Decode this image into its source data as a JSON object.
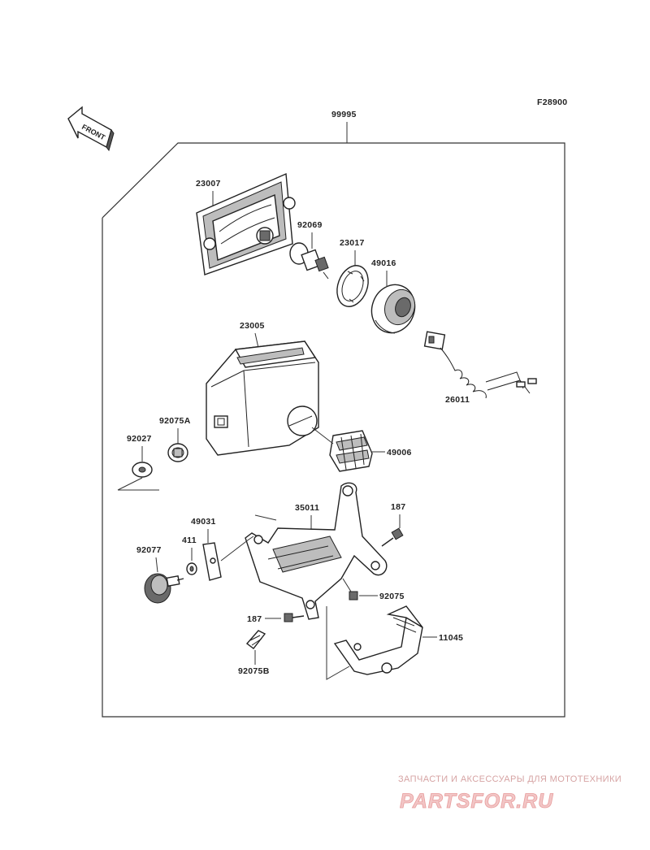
{
  "figure_id": "F28900",
  "assembly_label": "99995",
  "front_label": "FRONT",
  "parts": {
    "p23007": "23007",
    "p92069": "92069",
    "p23017": "23017",
    "p49016": "49016",
    "p23005": "23005",
    "p26011": "26011",
    "p92075A": "92075A",
    "p92027": "92027",
    "p49006": "49006",
    "p35011": "35011",
    "p187a": "187",
    "p49031": "49031",
    "p411": "411",
    "p92077": "92077",
    "p92075": "92075",
    "p187b": "187",
    "p11045": "11045",
    "p92075B": "92075B"
  },
  "watermark": {
    "tagline": "ЗАПЧАСТИ И АКСЕССУАРЫ ДЛЯ МОТОТЕХНИКИ",
    "logo": "PARTSFOR.RU"
  }
}
